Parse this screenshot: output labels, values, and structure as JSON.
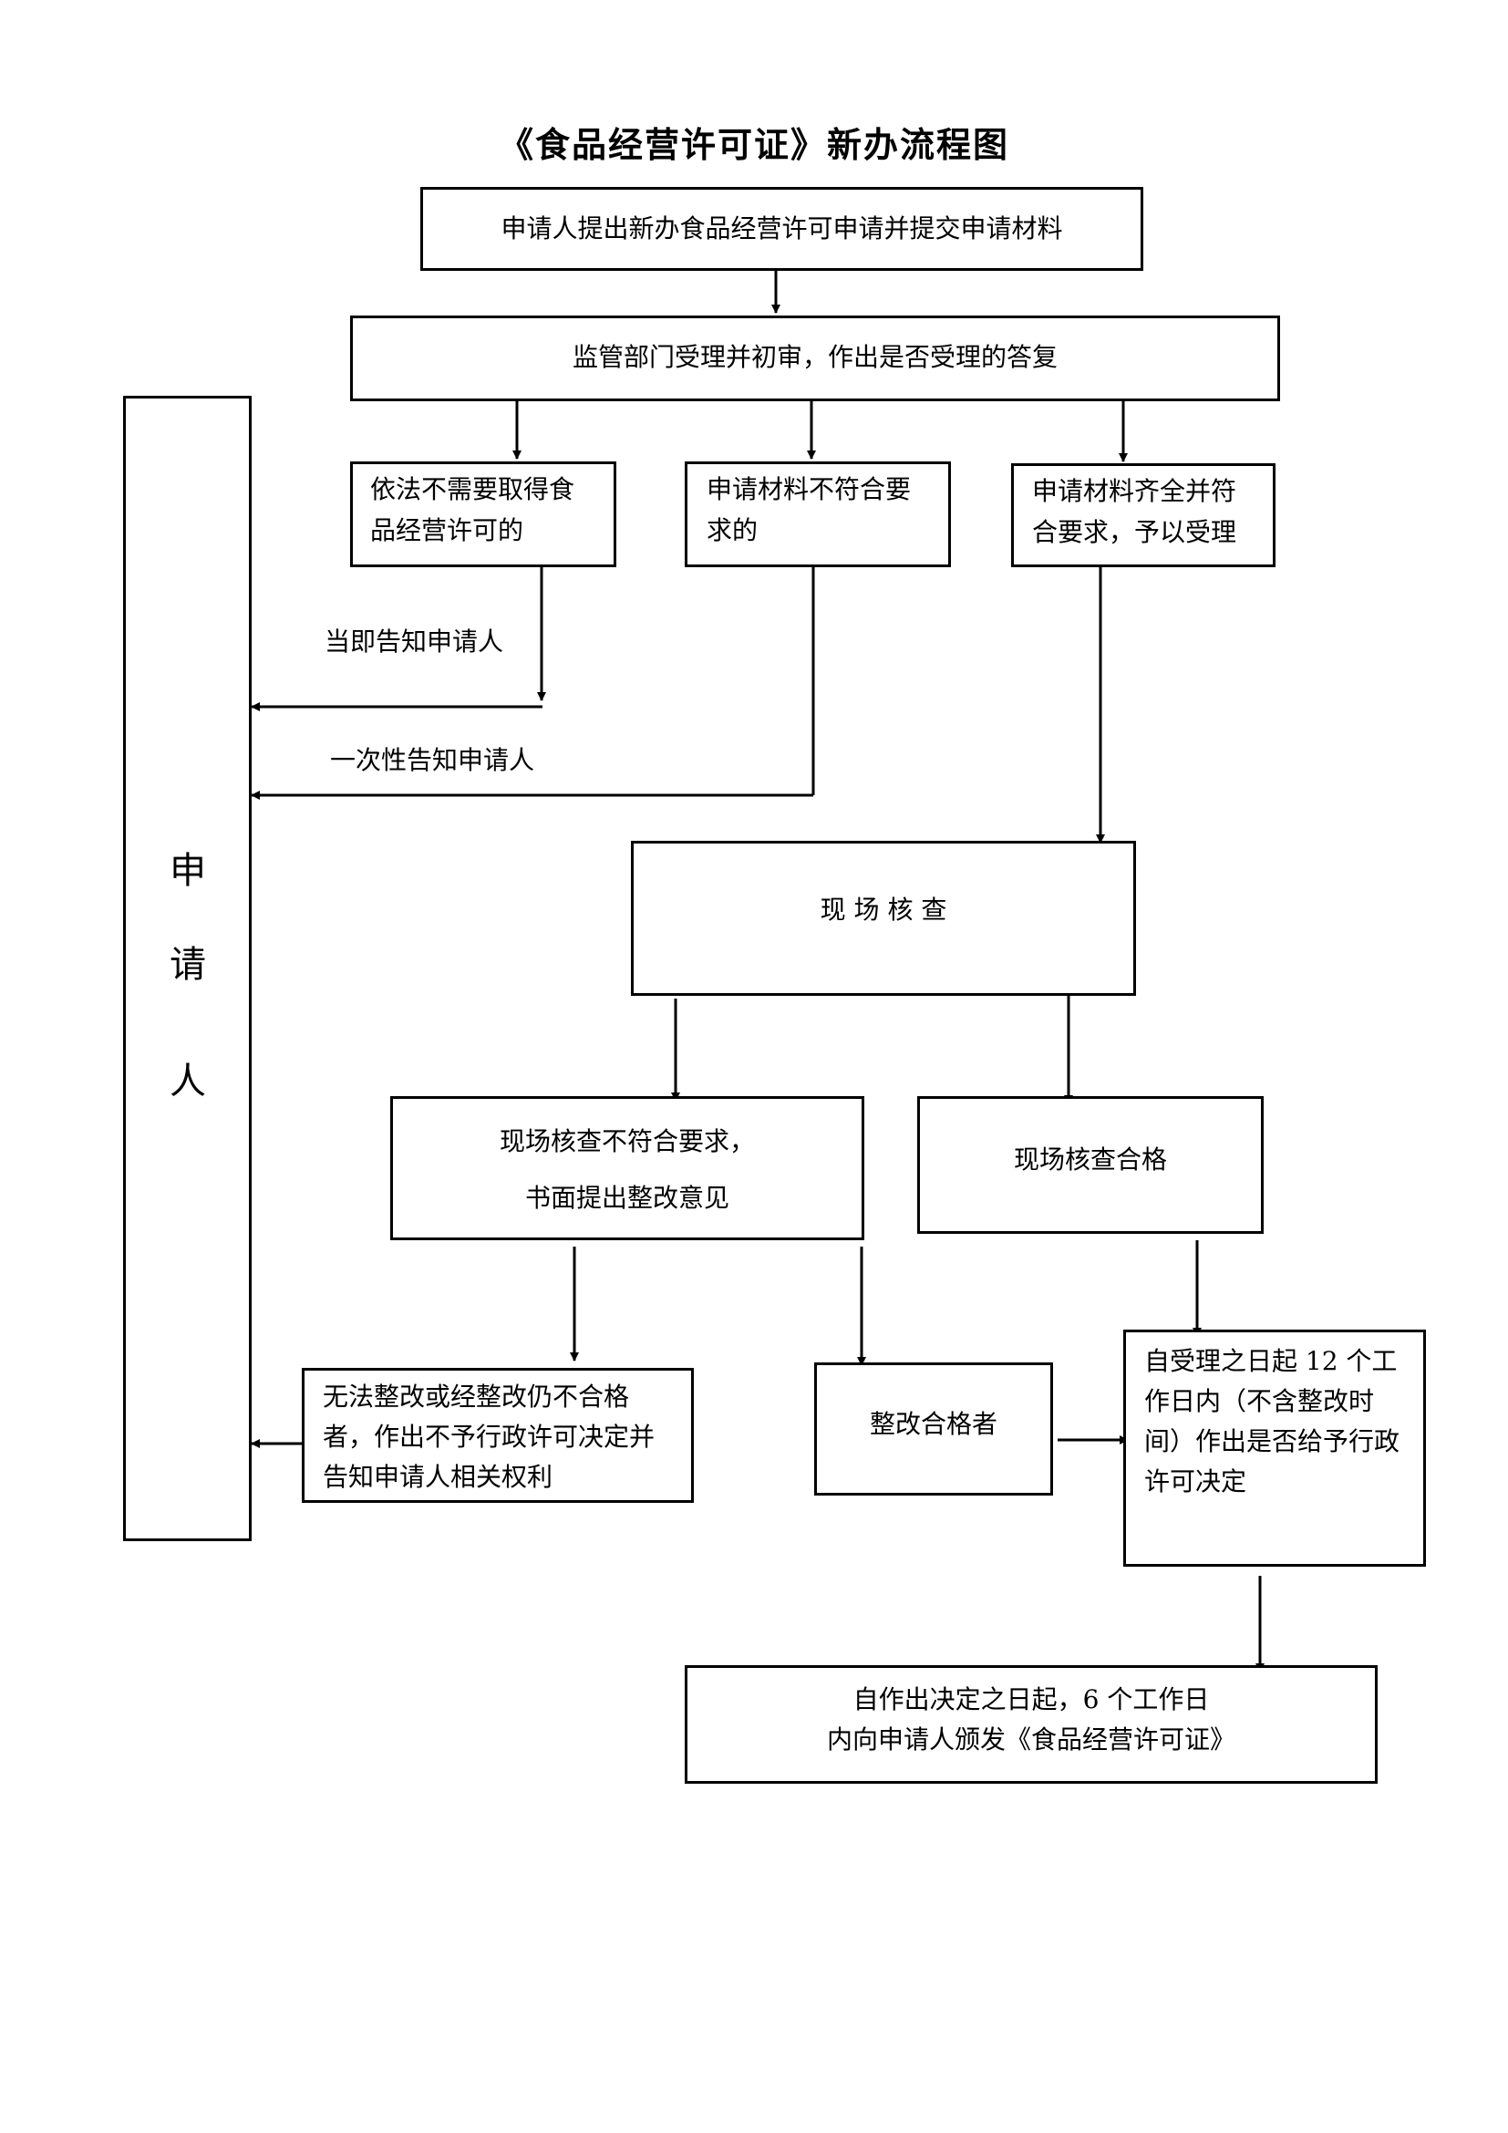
{
  "title": "《食品经营许可证》新办流程图",
  "nodes": {
    "submit": "申请人提出新办食品经营许可申请并提交申请材料",
    "review": "监管部门受理并初审，作出是否受理的答复",
    "not_required_l1": "依法不需要取得食",
    "not_required_l2": "品经营许可的",
    "incomplete_l1": "申请材料不符合要",
    "incomplete_l2": "求的",
    "accepted_l1": "申请材料齐全并符",
    "accepted_l2": "合要求，予以受理",
    "inspection": "现 场 核 查",
    "fail_l1": "现场核查不符合要求，",
    "fail_l2": "书面提出整改意见",
    "pass": "现场核查合格",
    "unfixable_l1": "无法整改或经整改仍不合格",
    "unfixable_l2": "者，作出不予行政许可决定并",
    "unfixable_l3": "告知申请人相关权利",
    "fixed": "整改合格者",
    "decision_l1": "自受理之日起 12 个工",
    "decision_l2": "作日内（不含整改时",
    "decision_l3": "间）作出是否给予行政",
    "decision_l4": "许可决定",
    "issue_l1": "自作出决定之日起，6 个工作日",
    "issue_l2": "内向申请人颁发《食品经营许可证》"
  },
  "applicant": {
    "char1": "申",
    "char2": "请",
    "char3": "人"
  },
  "edge_labels": {
    "notify_now": "当即告知申请人",
    "notify_once": "一次性告知申请人"
  }
}
